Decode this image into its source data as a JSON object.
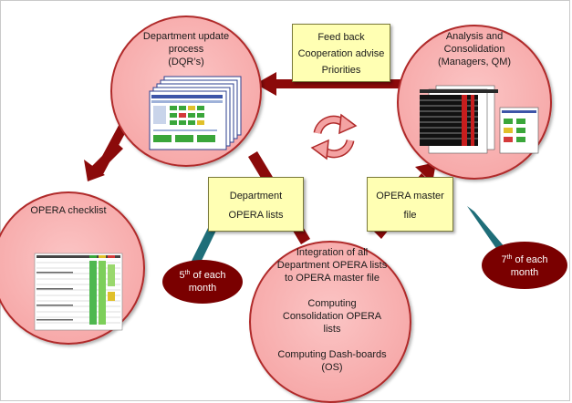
{
  "colors": {
    "circle_fill": "#f9b5b5",
    "circle_stroke": "#b02a2a",
    "arrow": "#8b0a0a",
    "note_fill": "#ffffb3",
    "callout_fill": "#7a0000",
    "callout_tail": "#1f6e79"
  },
  "nodes": {
    "department_update": {
      "line1": "Department update",
      "line2": "process",
      "line3": "(DQR’s)"
    },
    "analysis": {
      "line1": "Analysis and",
      "line2": "Consolidation",
      "line3": "(Managers, QM)"
    },
    "checklist": {
      "label": "OPERA checklist"
    },
    "integration": {
      "line1": "Integration of all",
      "line2": "Department OPERA lists",
      "line3": "to OPERA master file",
      "line4": "Computing",
      "line5": "Consolidation OPERA",
      "line6": "lists",
      "line7": "Computing Dash-boards",
      "line8": "(OS)"
    }
  },
  "notes": {
    "feedback": {
      "line1": "Feed back",
      "line2": "Cooperation advise",
      "line3": "Priorities"
    },
    "department_lists": {
      "line1": "Department",
      "line2": "OPERA lists"
    },
    "master_file": {
      "line1": "OPERA master",
      "line2": "file"
    }
  },
  "callouts": {
    "fifth": {
      "day": "5",
      "suffix": "th",
      "rest": " of each",
      "line2": "month"
    },
    "seventh": {
      "day": "7",
      "suffix": "th",
      "rest": " of each",
      "line2": "month"
    }
  },
  "icons": {
    "cycle": "refresh-cycle-icon"
  }
}
